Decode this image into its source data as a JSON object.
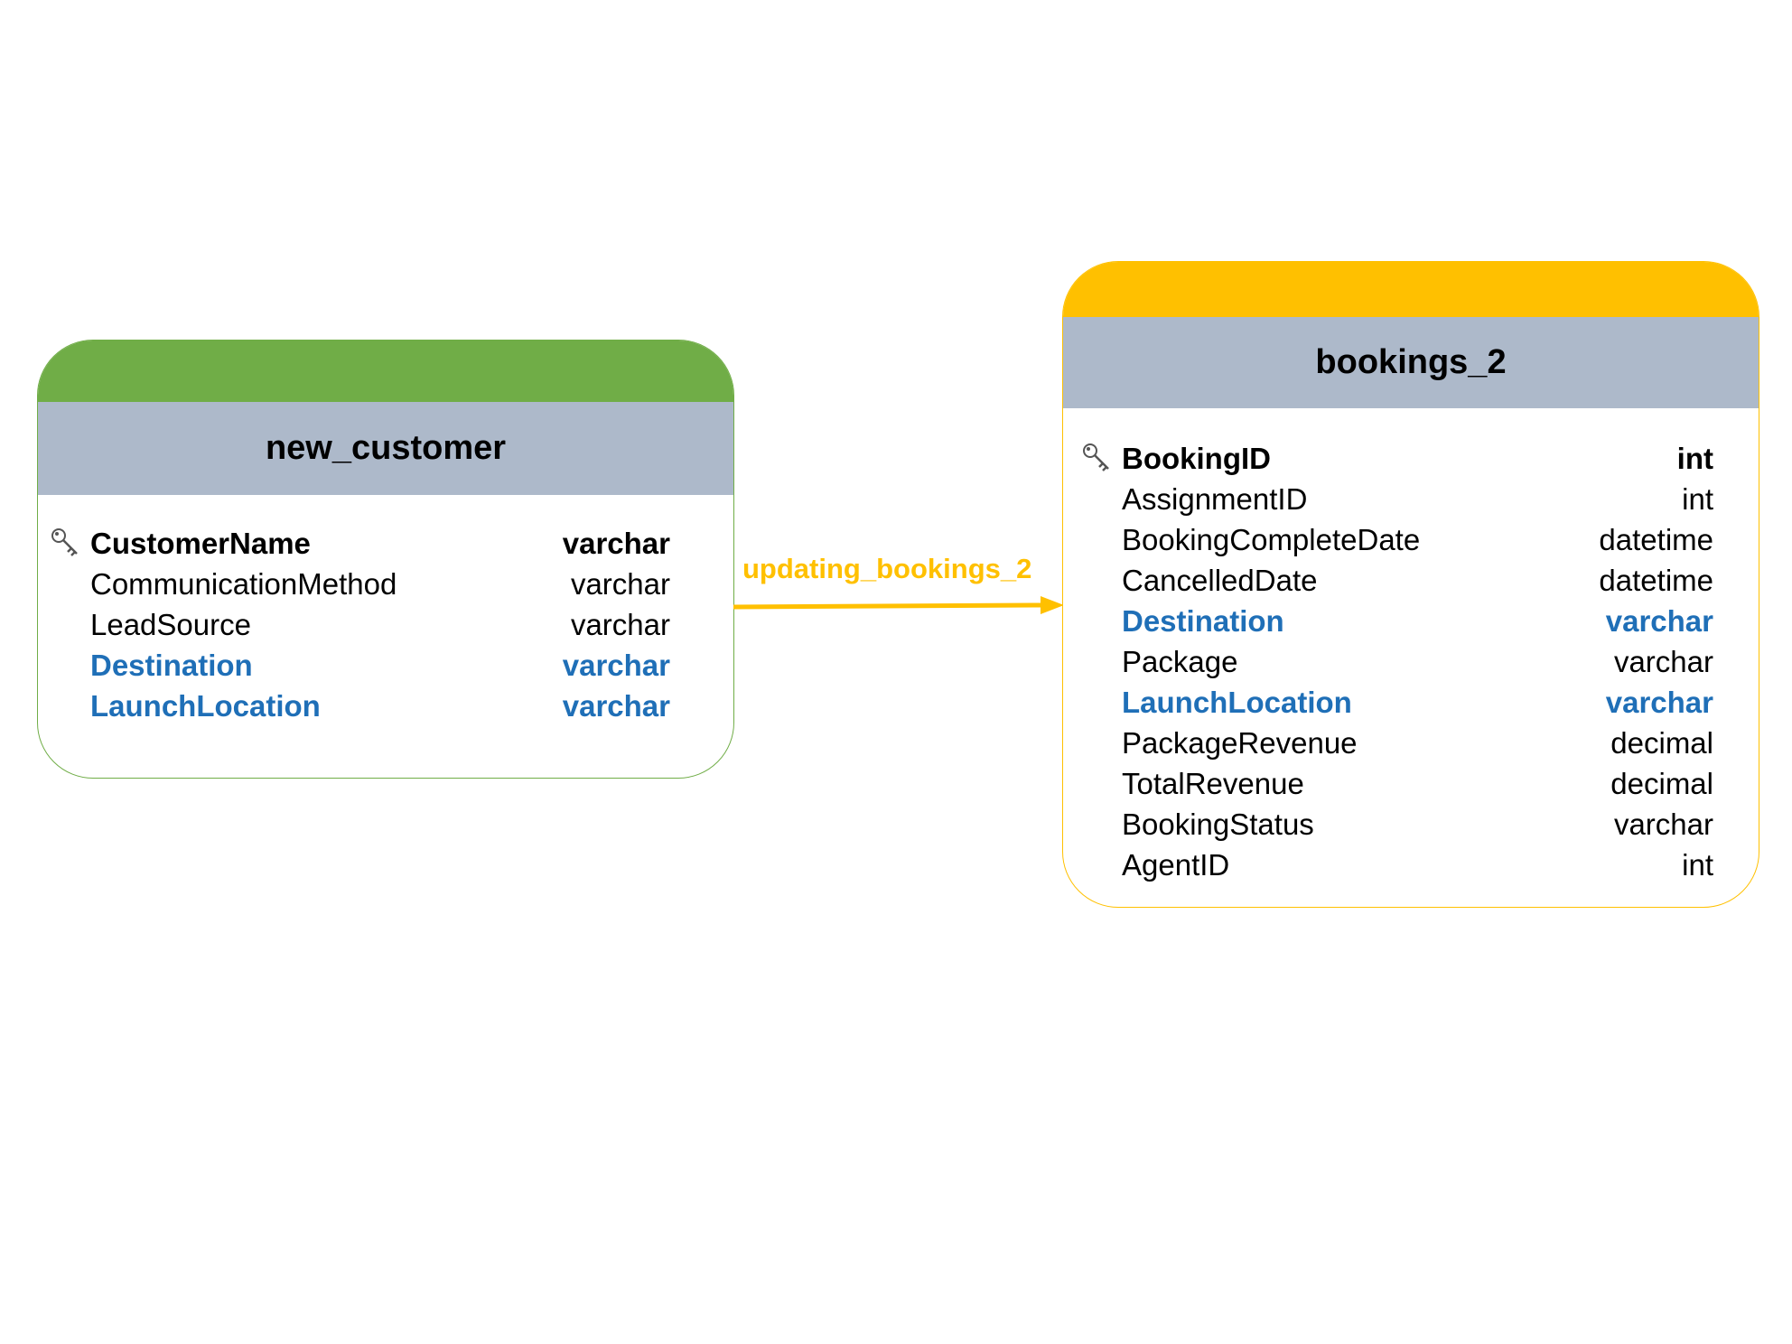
{
  "colors": {
    "left_accent": "#70ad47",
    "right_accent": "#ffc000",
    "header_fill": "#adb9ca",
    "highlight_text": "#1f6fb7",
    "relationship": "#ffc000"
  },
  "tables": [
    {
      "name": "new_customer",
      "fields": [
        {
          "name": "CustomerName",
          "type": "varchar",
          "primary_key": true,
          "highlight": false,
          "icon": "key-icon"
        },
        {
          "name": "CommunicationMethod",
          "type": "varchar",
          "primary_key": false,
          "highlight": false
        },
        {
          "name": "LeadSource",
          "type": "varchar",
          "primary_key": false,
          "highlight": false
        },
        {
          "name": "Destination",
          "type": "varchar",
          "primary_key": false,
          "highlight": true
        },
        {
          "name": "LaunchLocation",
          "type": "varchar",
          "primary_key": false,
          "highlight": true
        }
      ]
    },
    {
      "name": "bookings_2",
      "fields": [
        {
          "name": "BookingID",
          "type": "int",
          "primary_key": true,
          "highlight": false,
          "icon": "key-icon"
        },
        {
          "name": "AssignmentID",
          "type": "int",
          "primary_key": false,
          "highlight": false
        },
        {
          "name": "BookingCompleteDate",
          "type": "datetime",
          "primary_key": false,
          "highlight": false
        },
        {
          "name": "CancelledDate",
          "type": "datetime",
          "primary_key": false,
          "highlight": false
        },
        {
          "name": "Destination",
          "type": "varchar",
          "primary_key": false,
          "highlight": true
        },
        {
          "name": "Package",
          "type": "varchar",
          "primary_key": false,
          "highlight": false
        },
        {
          "name": "LaunchLocation",
          "type": "varchar",
          "primary_key": false,
          "highlight": true
        },
        {
          "name": "PackageRevenue",
          "type": "decimal",
          "primary_key": false,
          "highlight": false
        },
        {
          "name": "TotalRevenue",
          "type": "decimal",
          "primary_key": false,
          "highlight": false
        },
        {
          "name": "BookingStatus",
          "type": "varchar",
          "primary_key": false,
          "highlight": false
        },
        {
          "name": "AgentID",
          "type": "int",
          "primary_key": false,
          "highlight": false
        }
      ]
    }
  ],
  "relationship": {
    "label": "updating_bookings_2",
    "from": "new_customer",
    "to": "bookings_2",
    "icon": "arrow-right-icon"
  }
}
